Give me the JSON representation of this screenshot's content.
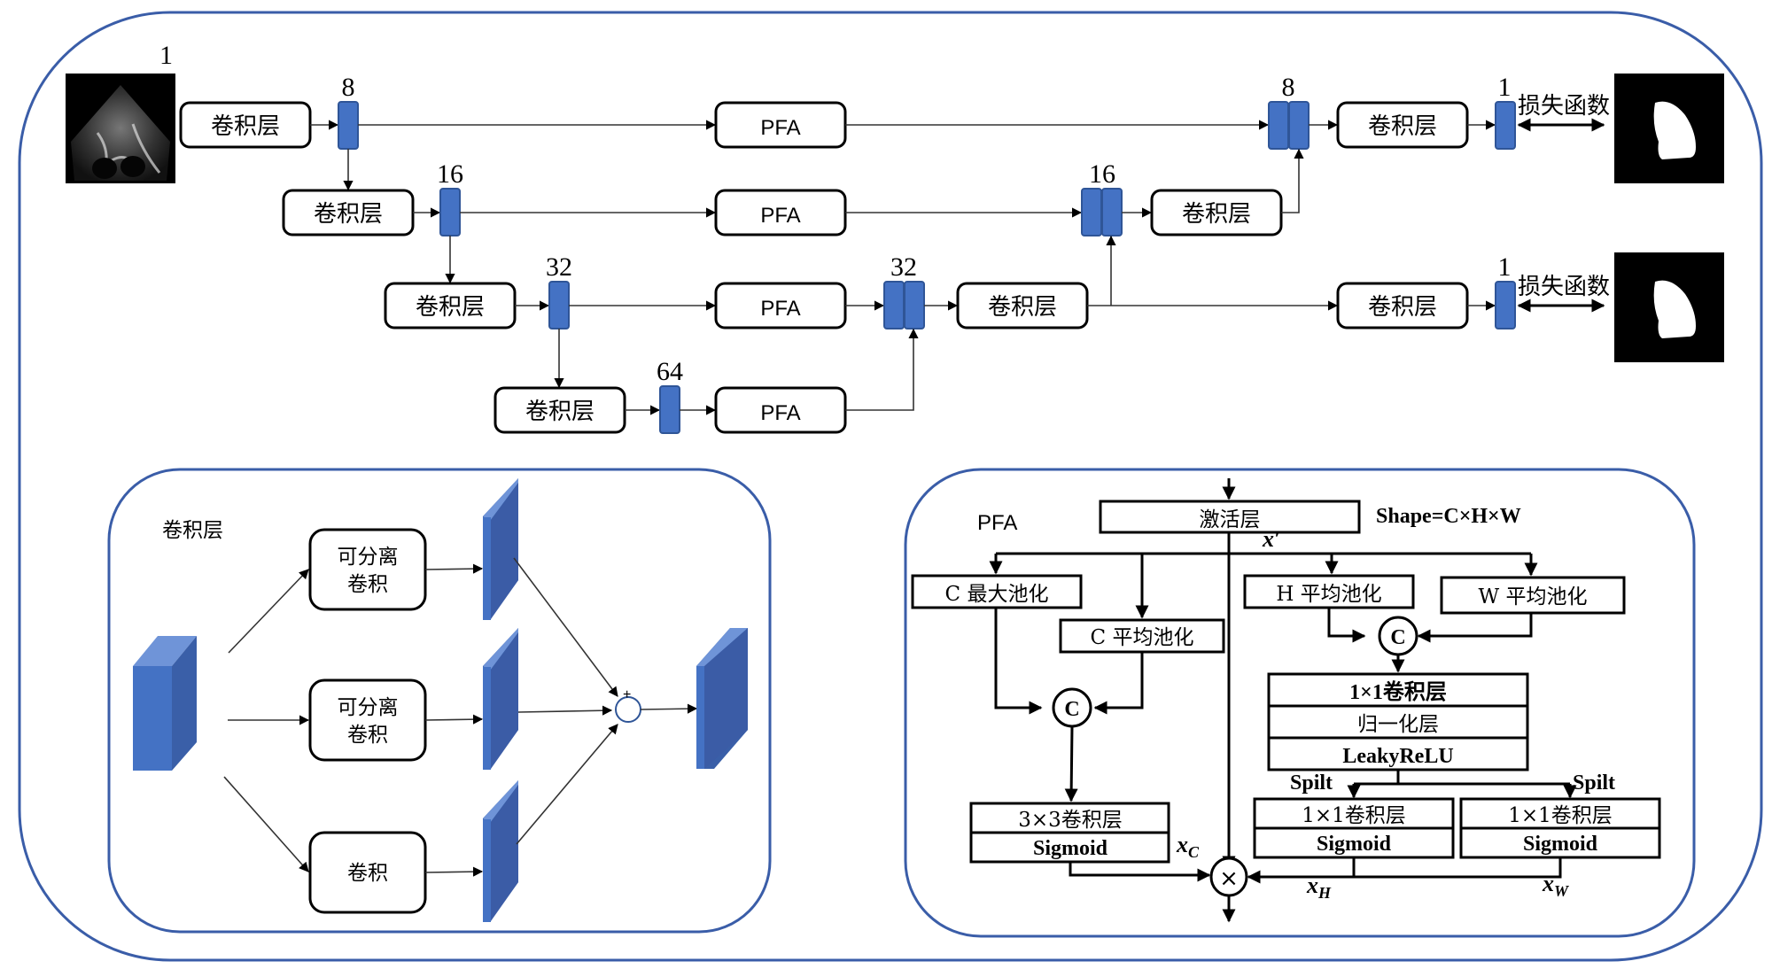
{
  "main_network": {
    "input_channels": "1",
    "conv_label": "卷积层",
    "pfa_label": "PFA",
    "loss_label": "损失函数",
    "channels": {
      "level1": "8",
      "level2": "16",
      "level3": "32",
      "level4": "64",
      "merge_level1": "8",
      "merge_level2": "16",
      "merge_level3": "32",
      "output1": "1",
      "output2": "1"
    },
    "images": {
      "input": "echocardiogram-input",
      "output1": "segmentation-mask",
      "output2": "segmentation-mask"
    }
  },
  "conv_panel": {
    "title": "卷积层",
    "branch1_label_line1": "可分离",
    "branch1_label_line2": "卷积",
    "branch2_label_line1": "可分离",
    "branch2_label_line2": "卷积",
    "branch3_label": "卷积",
    "sum_symbol": "+"
  },
  "pfa_panel": {
    "title": "PFA",
    "activation": "激活层",
    "shape": "Shape=C×H×W",
    "x_prime": "x′",
    "c_max_pool": "C 最大池化",
    "c_avg_pool": "C 平均池化",
    "h_avg_pool": "H 平均池化",
    "w_avg_pool": "W 平均池化",
    "concat_symbol": "C",
    "conv1x1": "1×1卷积层",
    "norm": "归一化层",
    "leaky": "LeakyReLU",
    "split_left": "Spilt",
    "split_right": "Spilt",
    "conv3x3": "3×3卷积层",
    "sigmoid": "Sigmoid",
    "x_c": "x",
    "x_c_sub": "C",
    "x_h": "x",
    "x_h_sub": "H",
    "x_w": "x",
    "x_w_sub": "W",
    "multiply_symbol": "×"
  }
}
